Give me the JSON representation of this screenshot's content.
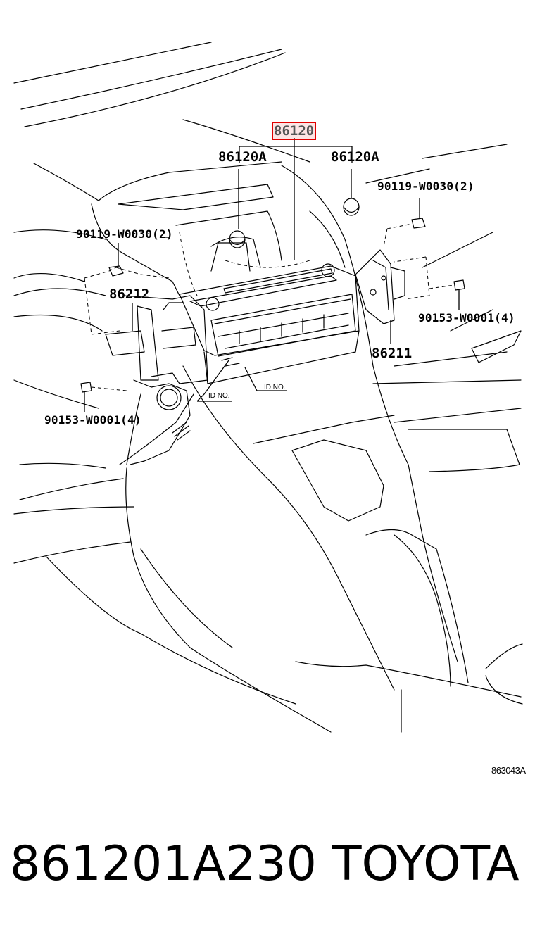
{
  "diagram": {
    "callouts": {
      "main_part": "86120",
      "knob_left": "86120A",
      "knob_right": "86120A",
      "screw_top_left": "90119-W0030(2)",
      "screw_top_right": "90119-W0030(2)",
      "bracket_left": "86212",
      "bracket_right": "86211",
      "bolt_right": "90153-W0001(4)",
      "bolt_left": "90153-W0001(4)",
      "id_no_left": "ID NO.",
      "id_no_right": "ID NO."
    },
    "highlight_color": "#e00000",
    "reference_code": "863043A"
  },
  "footer": {
    "part_number": "861201A230",
    "brand": "TOYOTA"
  }
}
